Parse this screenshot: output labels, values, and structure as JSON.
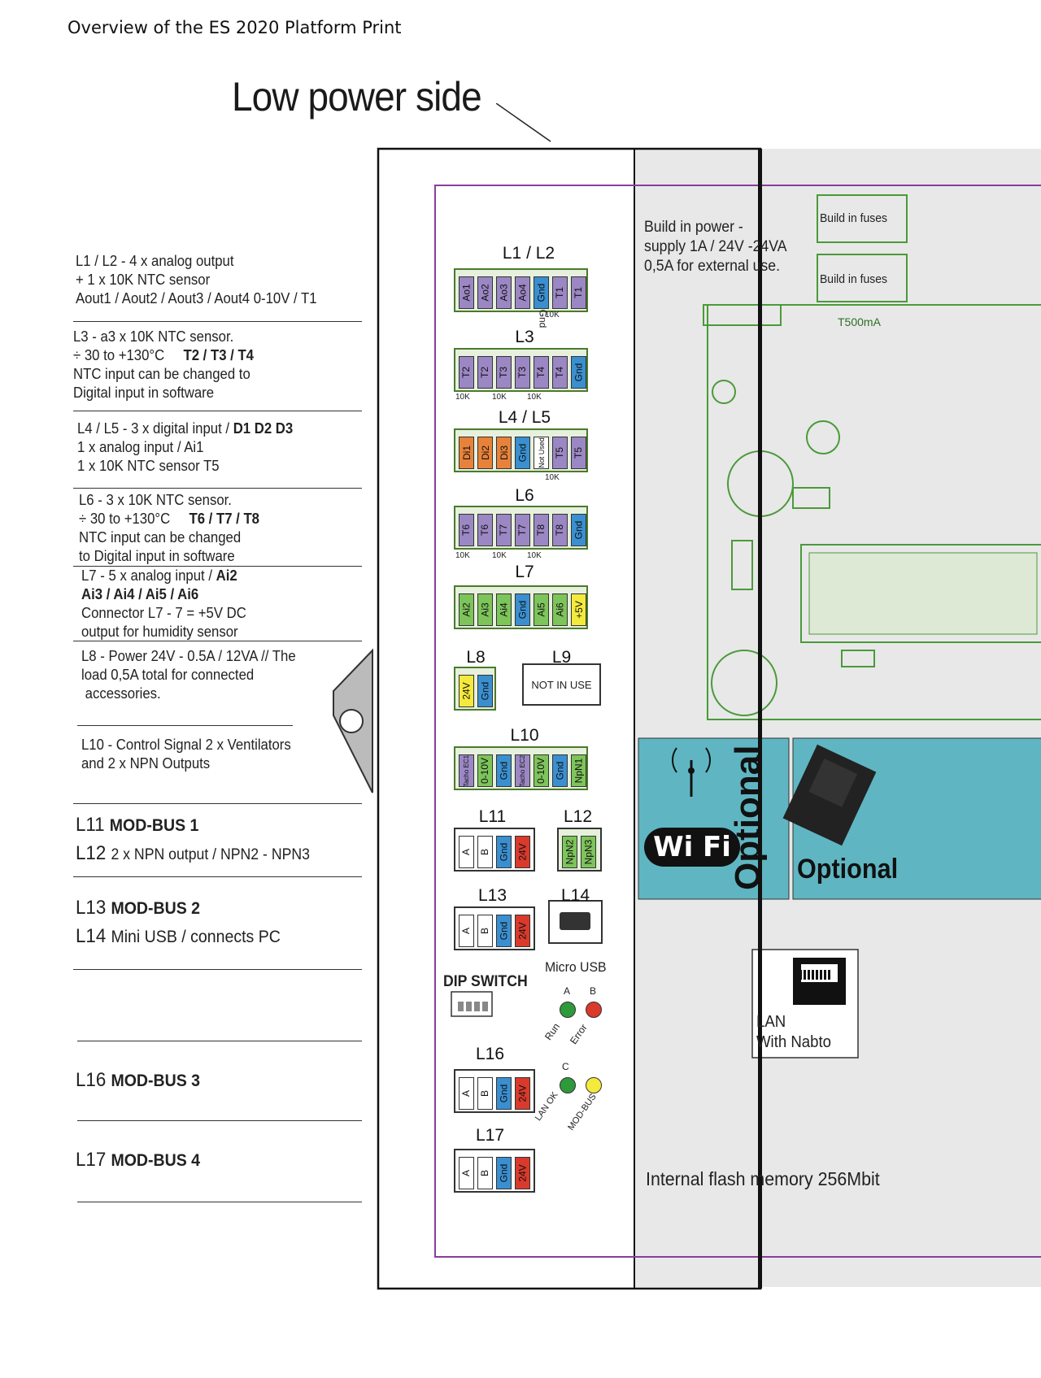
{
  "doc_title": "Overview of the ES 2020 Platform Print",
  "heading": "Low power side",
  "descriptions": [
    {
      "id": "l1",
      "lines": [
        "L1 / L2 -  4 x analog output",
        "+ 1 x 10K NTC sensor",
        "Aout1 / Aout2 / Aout3 / Aout4 0-10V / T1"
      ]
    },
    {
      "id": "l3",
      "lines": [
        "L3  - a3 x 10K NTC sensor.",
        "÷ 30 to +130°C",
        "T2 / T3 / T4",
        "NTC input can be changed to",
        "Digital input in software"
      ]
    },
    {
      "id": "l4",
      "lines": [
        "L4 / L5 - 3 x digital input /",
        "D1 D2 D3",
        "1 x analog input / Ai1",
        "1 x 10K NTC sensor T5"
      ]
    },
    {
      "id": "l6",
      "lines": [
        "L6 - 3 x 10K NTC sensor.",
        "÷ 30 to +130°C",
        "T6 / T7 / T8",
        "NTC input can be changed",
        "to Digital input in software"
      ]
    },
    {
      "id": "l7",
      "lines": [
        "L7 - 5 x analog input /",
        "Ai2",
        "Ai3  /  Ai4  /  Ai5  /  Ai6",
        "Connector L7 - 7 = +5V DC",
        "output for humidity sensor"
      ]
    },
    {
      "id": "l8",
      "lines": [
        "L8 - Power 24V - 0.5A / 12VA // The",
        "load 0,5A total for connected",
        "accessories."
      ]
    },
    {
      "id": "l10",
      "lines": [
        "L10 - Control Signal 2 x Ventilators",
        "and 2 x NPN Outputs"
      ]
    },
    {
      "id": "l11",
      "lines": [
        "L11",
        "MOD-BUS 1",
        "L12",
        "2 x NPN output / NPN2 - NPN3"
      ]
    },
    {
      "id": "l13",
      "lines": [
        "L13",
        "MOD-BUS 2",
        "L14",
        "Mini USB  /  connects PC"
      ]
    },
    {
      "id": "l16",
      "lines": [
        "L16",
        "MOD-BUS 3"
      ]
    },
    {
      "id": "l17",
      "lines": [
        "L17",
        "MOD-BUS 4"
      ]
    }
  ],
  "connectors": {
    "l1l2": {
      "label": "L1 / L2",
      "pins": [
        "Ao1",
        "Ao2",
        "Ao3",
        "Ao4",
        "Gnd",
        "T1",
        "T1"
      ],
      "under": [
        "Gnd",
        "10K"
      ]
    },
    "l3": {
      "label": "L3",
      "pins": [
        "T2",
        "T2",
        "T3",
        "T3",
        "T4",
        "T4",
        "Gnd"
      ],
      "res": [
        "10K",
        "10K",
        "10K"
      ]
    },
    "l4l5": {
      "label": "L4 / L5",
      "pins": [
        "Di1",
        "Di2",
        "Di3",
        "Gnd",
        "Not Used",
        "T5",
        "T5"
      ],
      "res": [
        "10K"
      ]
    },
    "l6": {
      "label": "L6",
      "pins": [
        "T6",
        "T6",
        "T7",
        "T7",
        "T8",
        "T8",
        "Gnd"
      ],
      "res": [
        "10K",
        "10K",
        "10K"
      ]
    },
    "l7": {
      "label": "L7",
      "pins": [
        "Ai2",
        "Ai3",
        "Ai4",
        "Gnd",
        "Ai5",
        "Ai6",
        "+5V"
      ]
    },
    "l8": {
      "label": "L8",
      "pins": [
        "24V",
        "Gnd"
      ]
    },
    "l9": {
      "label": "L9",
      "text": "NOT IN USE"
    },
    "l10": {
      "label": "L10",
      "pins": [
        "Tacho EC1",
        "0-10V",
        "Gnd",
        "Tacho EC2",
        "0-10V",
        "Gnd",
        "NpN1"
      ]
    },
    "l11": {
      "label": "L11",
      "pins": [
        "A",
        "B",
        "Gnd",
        "24V"
      ]
    },
    "l12": {
      "label": "L12",
      "pins": [
        "NpN2",
        "NpN3"
      ]
    },
    "l13": {
      "label": "L13",
      "pins": [
        "A",
        "B",
        "Gnd",
        "24V"
      ]
    },
    "l14": {
      "label": "L14",
      "sub": "Micro USB"
    },
    "l16": {
      "label": "L16",
      "pins": [
        "A",
        "B",
        "Gnd",
        "24V"
      ]
    },
    "l17": {
      "label": "L17",
      "pins": [
        "A",
        "B",
        "Gnd",
        "24V"
      ]
    },
    "dip": {
      "label": "DIP SWITCH"
    }
  },
  "leds": {
    "a": "A",
    "b": "B",
    "c": "C",
    "run": "Run",
    "error": "Error",
    "lan_ok": "LAN OK",
    "modbus": "MOD-BUS"
  },
  "right_panel": {
    "power": [
      "Build in power -",
      "supply 1A  / 24V -24VA",
      "0,5A for external use."
    ],
    "fuses": [
      "Build in fuses",
      "Build in fuses"
    ],
    "fuse_rating": "T500mA",
    "wifi": "Wi Fi",
    "optional_vertical": "Optional",
    "optional": "Optional",
    "lan": [
      "LAN",
      "With Nabto"
    ],
    "flash": "Internal flash memory 256Mbit"
  },
  "colors": {
    "purple": "#9b87c4",
    "blue": "#3a8fd0",
    "orange": "#e8823a",
    "green": "#7dc45a",
    "yellow": "#f4ea3c",
    "red": "#d93a2c",
    "teal": "#5fb6c2",
    "board_line": "#8b3d9c",
    "gray_panel": "#e8e8e8"
  }
}
